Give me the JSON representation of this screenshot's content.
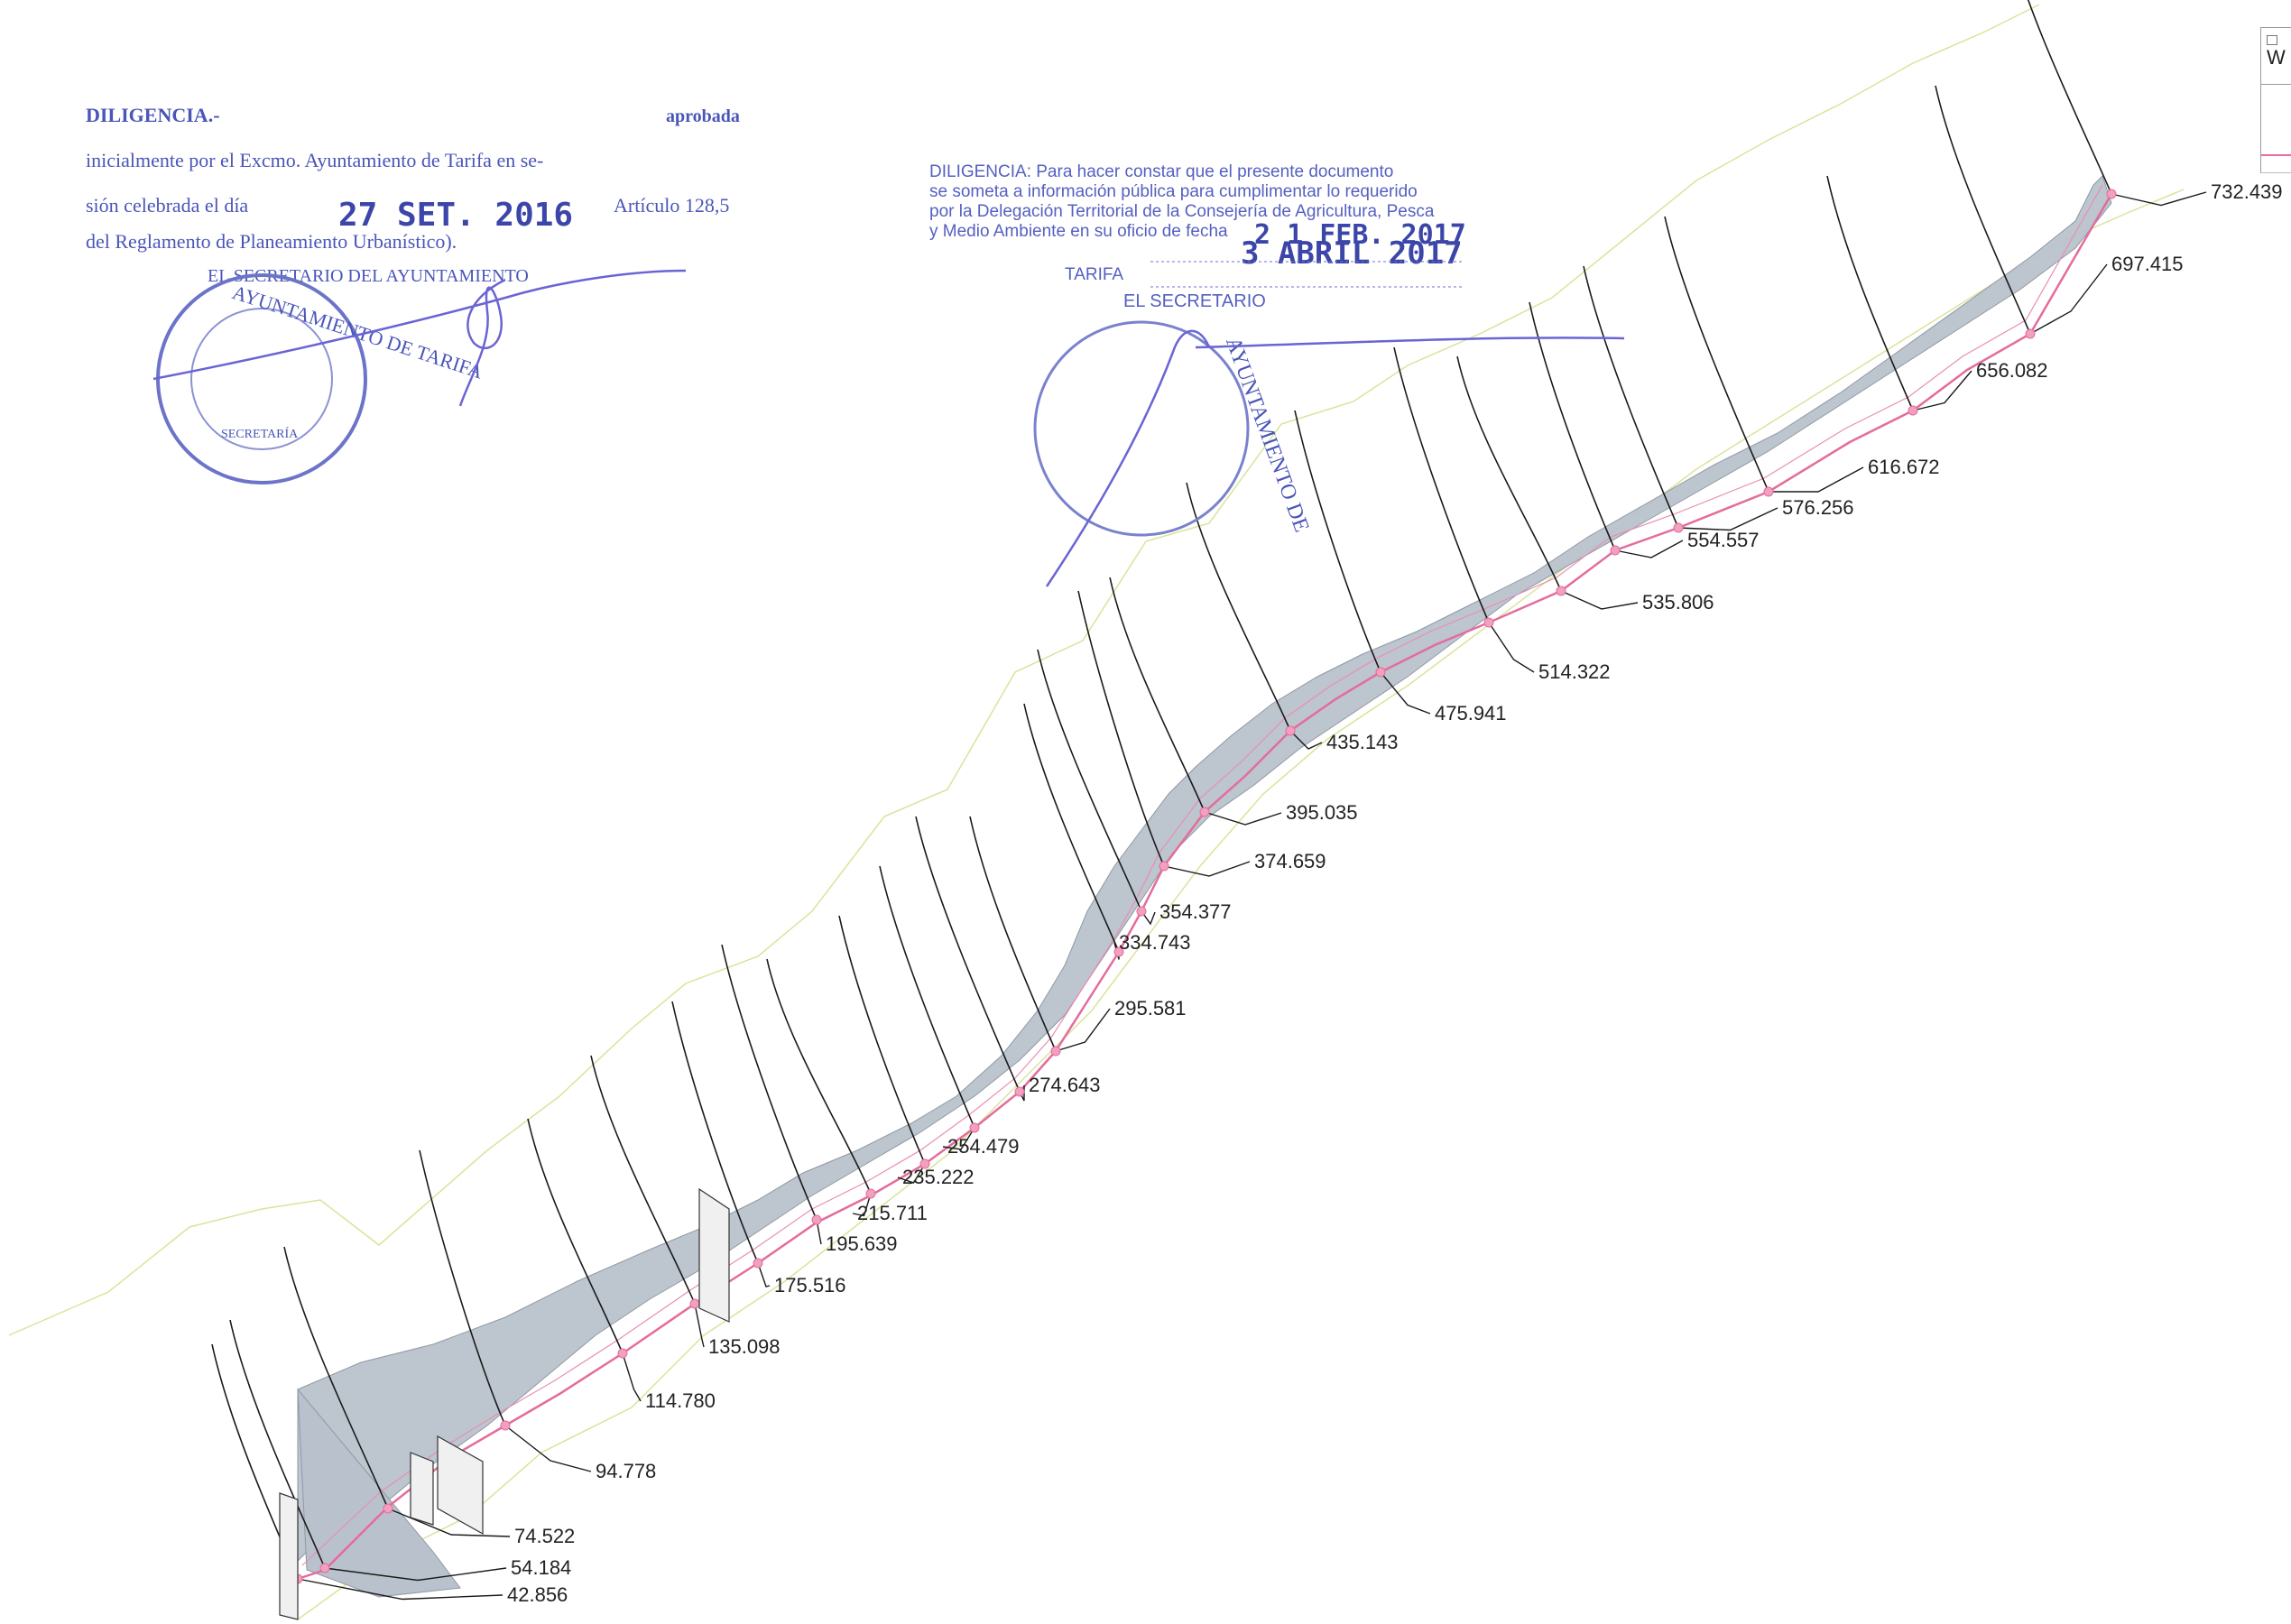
{
  "diligence_left": {
    "line1_left": "DILIGENCIA.-",
    "line1_right": "aprobada",
    "line2": "inicialmente por el Excmo. Ayuntamiento de Tarifa en se-",
    "line3_left": "sión celebrada el día",
    "date": "27 SET. 2016",
    "line3_right": "Artículo 128,5",
    "line4": "del Reglamento de Planeamiento Urbanístico).",
    "signature_role": "EL SECRETARIO DEL AYUNTAMIENTO",
    "seal_text": "AYUNTAMIENTO DE TARIFA",
    "seal_inner": "SECRETARÍA"
  },
  "diligence_right": {
    "line1": "DILIGENCIA: Para hacer constar que el presente documento",
    "line2": "se someta a información pública para cumplimentar lo requerido",
    "line3": "por la Delegación Territorial de la Consejería de Agricultura, Pesca",
    "line4": "y Medio Ambiente  en su oficio de fecha",
    "date_stamp": "3 ABRIL 2017",
    "line5_place": "TARIFA",
    "line5_date": "2 1 FEB. 2017",
    "signature_role": "EL SECRETARIO",
    "seal_text": "AYUNTAMIENTO DE"
  },
  "legend": {
    "text": "W"
  },
  "stations": [
    "42.856",
    "54.184",
    "74.522",
    "94.778",
    "114.780",
    "135.098",
    "175.516",
    "195.639",
    "215.711",
    "235.222",
    "254.479",
    "274.643",
    "295.581",
    "334.743",
    "354.377",
    "374.659",
    "395.035",
    "435.143",
    "475.941",
    "514.322",
    "535.806",
    "554.557",
    "576.256",
    "616.672",
    "656.082",
    "697.415",
    "732.439"
  ],
  "colors": {
    "channel_fill": "#b9c2cc",
    "centerline": "#e46c9c",
    "stamp_ink": "#4a55b8",
    "section_line": "#1a1a1a",
    "terrain_edge": "#d9e49a"
  }
}
